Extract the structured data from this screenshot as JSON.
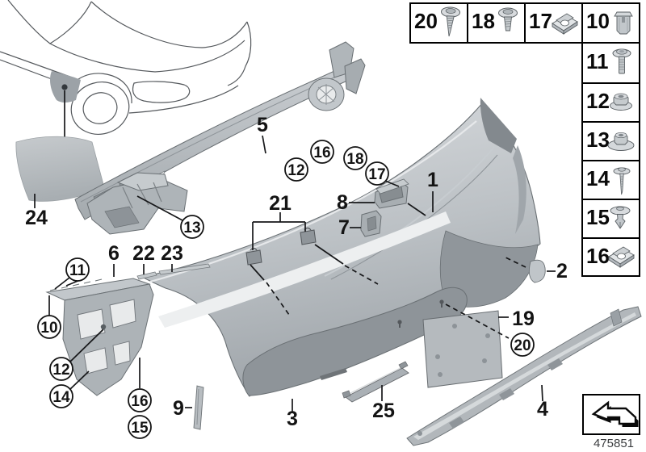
{
  "page": {
    "background": "#ffffff"
  },
  "legend": {
    "boxes": [
      {
        "num": "20",
        "icon": "tapping-screw-icon"
      },
      {
        "num": "18",
        "icon": "torx-screw-icon"
      },
      {
        "num": "17",
        "icon": "cage-nut-icon"
      },
      {
        "num": "10",
        "icon": "expanding-nut-icon"
      },
      {
        "num": "11",
        "icon": "flange-screw-icon"
      },
      {
        "num": "12",
        "icon": "plastic-flange-nut-icon"
      },
      {
        "num": "13",
        "icon": "plastic-flange-nut-large-icon"
      },
      {
        "num": "14",
        "icon": "washer-screw-icon"
      },
      {
        "num": "15",
        "icon": "expanding-rivet-icon"
      },
      {
        "num": "16",
        "icon": "cage-nut-icon"
      }
    ]
  },
  "callouts": {
    "n1": "1",
    "n2": "2",
    "n3": "3",
    "n4": "4",
    "n5": "5",
    "n6": "6",
    "n7": "7",
    "n8": "8",
    "n9": "9",
    "n10": "10",
    "n11": "11",
    "n12": "12",
    "n13": "13",
    "n14": "14",
    "n15": "15",
    "n16": "16",
    "n17": "17",
    "n18": "18",
    "n19": "19",
    "n20": "20",
    "n21": "21",
    "n22": "22",
    "n23": "23",
    "n24": "24",
    "n25": "25"
  },
  "footer": {
    "doc_number": "475851",
    "nav_icon": "return-arrow-icon"
  },
  "colors": {
    "part_gray": "#b6bbc0",
    "part_shadow": "#8e9499",
    "part_highlight": "#edeff0",
    "outline": "#6a7074",
    "label": "#141414"
  }
}
